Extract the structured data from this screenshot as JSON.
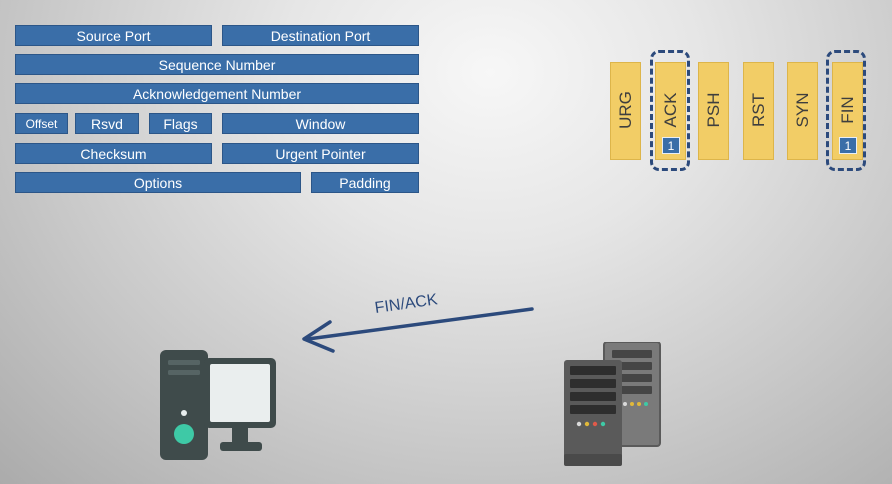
{
  "header_fields": {
    "source_port": "Source Port",
    "destination_port": "Destination Port",
    "sequence_number": "Sequence Number",
    "acknowledgement_number": "Acknowledgement Number",
    "offset": "Offset",
    "rsvd": "Rsvd",
    "flags": "Flags",
    "window": "Window",
    "checksum": "Checksum",
    "urgent_pointer": "Urgent Pointer",
    "options": "Options",
    "padding": "Padding"
  },
  "tcp_flags": [
    {
      "name": "URG",
      "value": "",
      "highlighted": false
    },
    {
      "name": "ACK",
      "value": "1",
      "highlighted": true
    },
    {
      "name": "PSH",
      "value": "",
      "highlighted": false
    },
    {
      "name": "RST",
      "value": "",
      "highlighted": false
    },
    {
      "name": "SYN",
      "value": "",
      "highlighted": false
    },
    {
      "name": "FIN",
      "value": "1",
      "highlighted": true
    }
  ],
  "message": {
    "label": "FIN/ACK",
    "direction": "server-to-client"
  },
  "colors": {
    "field_blue": "#3a6ea8",
    "flag_yellow": "#f2cd66",
    "highlight_navy": "#2c4a7c",
    "computer_dark": "#3f4b4b",
    "computer_accent": "#3ec9a6",
    "server_gray": "#5a5a5a"
  },
  "icons": {
    "client": "desktop-computer-icon",
    "server": "server-rack-icon"
  }
}
